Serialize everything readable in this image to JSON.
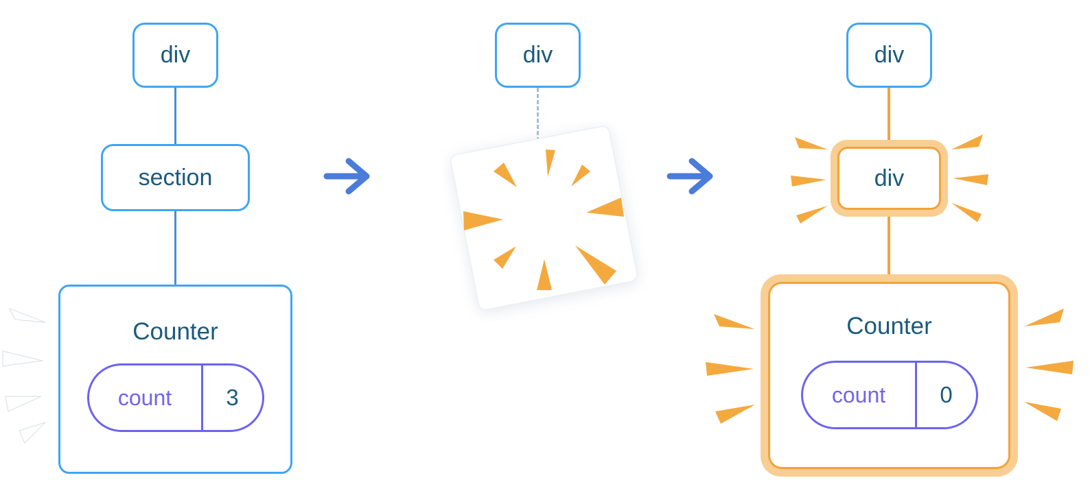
{
  "colors": {
    "node_border_blue": "#3FA5F1",
    "node_text_navy": "#1B5A7D",
    "edge_blue": "#4A8FD1",
    "arrow_blue": "#4A7CD9",
    "state_purple": "#6B63F0",
    "highlight_orange": "#F2A33C",
    "highlight_glow": "#F8CE92",
    "spark_orange": "#F4A93F",
    "spark_white": "#FFFFFF"
  },
  "icons": {
    "arrow": "right-arrow",
    "poof": "poof-burst-square",
    "spark": "emphasis-spark-wedges"
  },
  "left_tree": {
    "root_label": "div",
    "child_label": "section",
    "counter": {
      "title": "Counter",
      "state_name": "count",
      "state_value": "3"
    }
  },
  "middle_tree": {
    "root_label": "div"
  },
  "right_tree": {
    "root_label": "div",
    "child_label": "div",
    "counter": {
      "title": "Counter",
      "state_name": "count",
      "state_value": "0"
    }
  }
}
